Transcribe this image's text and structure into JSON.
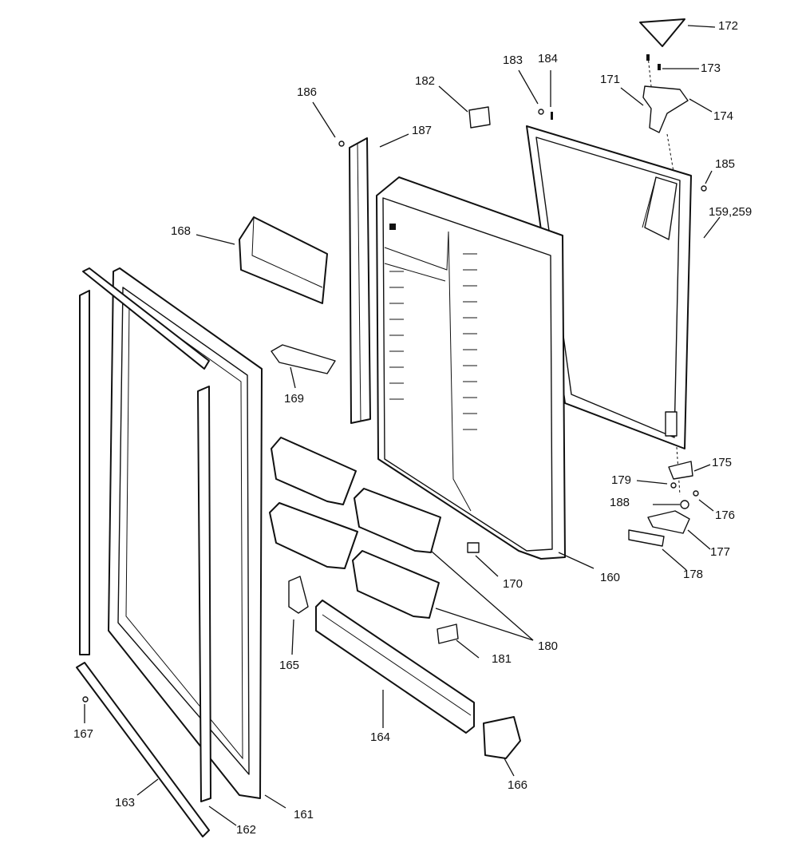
{
  "labels": {
    "p159": "159,259",
    "p160": "160",
    "p161": "161",
    "p162": "162",
    "p163": "163",
    "p164": "164",
    "p165": "165",
    "p166": "166",
    "p167": "167",
    "p168": "168",
    "p169": "169",
    "p170": "170",
    "p171": "171",
    "p172": "172",
    "p173": "173",
    "p174": "174",
    "p175": "175",
    "p176": "176",
    "p177": "177",
    "p178": "178",
    "p179": "179",
    "p180": "180",
    "p181": "181",
    "p182": "182",
    "p183": "183",
    "p184": "184",
    "p185": "185",
    "p186": "186",
    "p187": "187",
    "p188": "188"
  }
}
